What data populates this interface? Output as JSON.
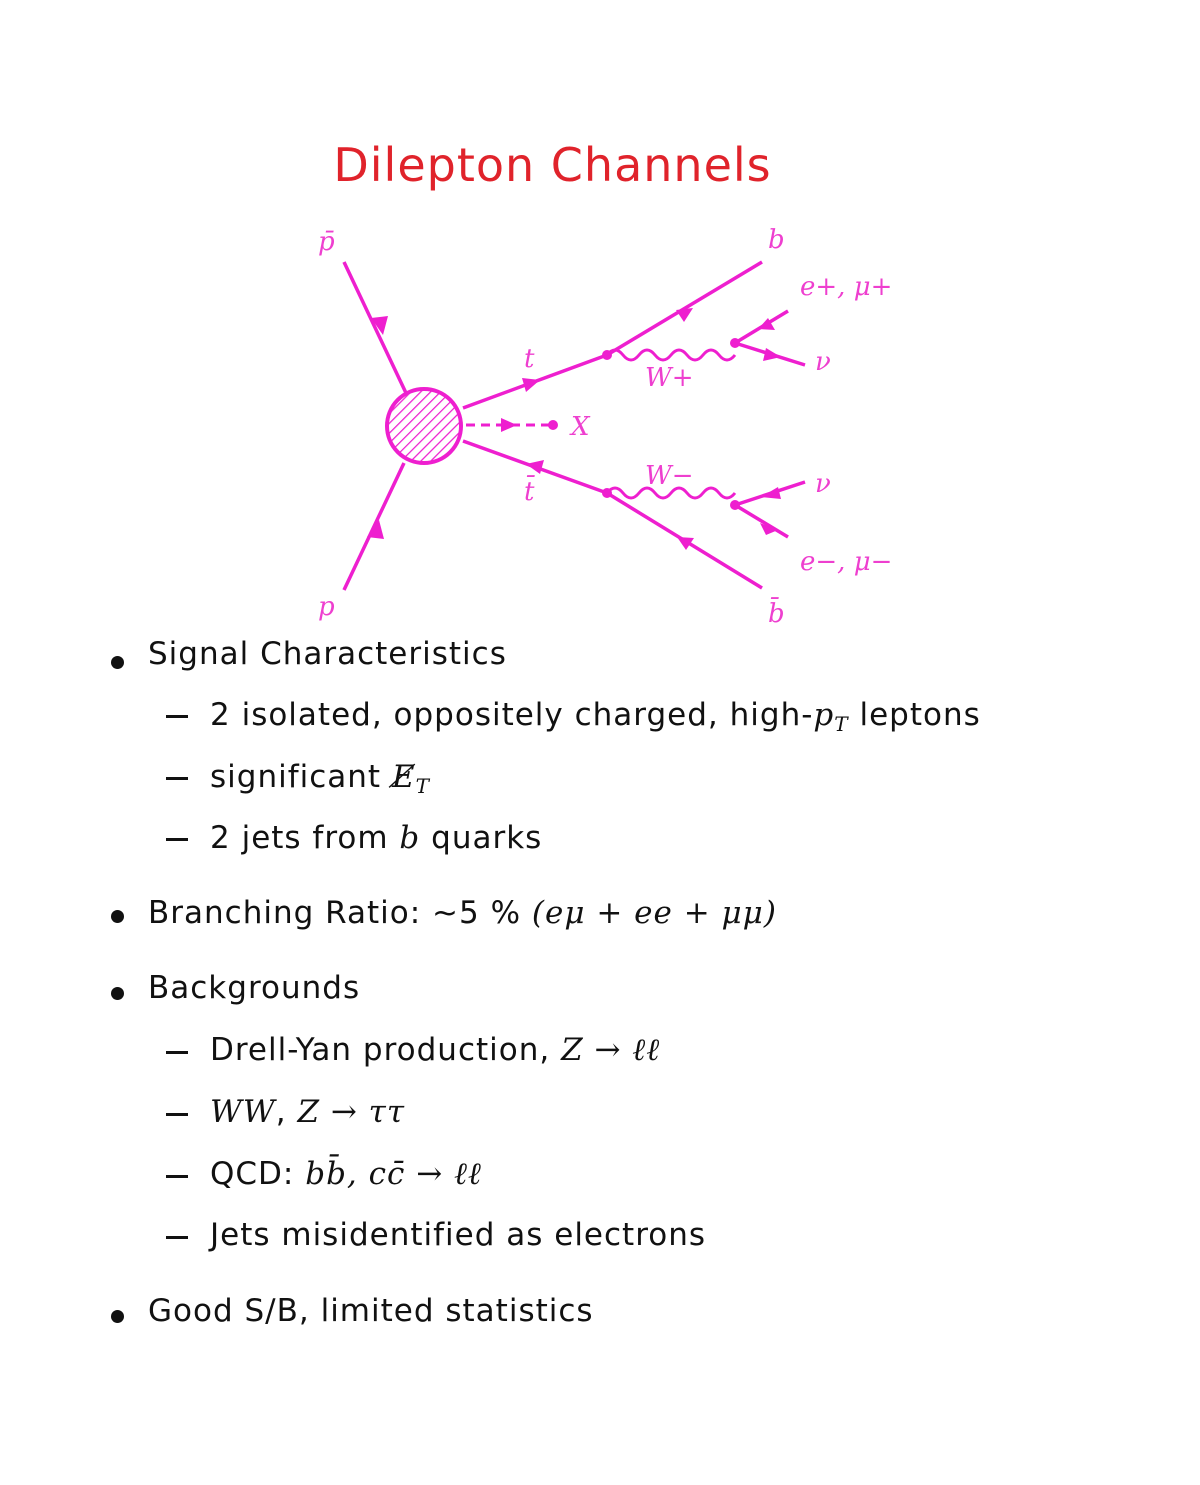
{
  "title": "Dilepton Channels",
  "diagram": {
    "labels": {
      "pbar": "p̄",
      "p": "p",
      "t": "t",
      "tbar": "t̄",
      "X": "X",
      "b": "b",
      "bbar": "b̄",
      "Wplus": "W+",
      "Wminus": "W−",
      "lplus": "e+, μ+",
      "lminus": "e−, μ−",
      "nu_top": "ν",
      "nu_bottom": "ν"
    },
    "color": "#ee1fcf"
  },
  "bullets": {
    "signal": {
      "heading": "Signal Characteristics",
      "item1_pre": "2 isolated, oppositely charged, high-",
      "item1_math": "p",
      "item1_sub": "T",
      "item1_post": " leptons",
      "item2_pre": "significant ",
      "item2_math": "E̸",
      "item2_sub": "T",
      "item3_pre": "2 jets from ",
      "item3_math": "b",
      "item3_post": " quarks"
    },
    "branching": {
      "text": "Branching Ratio: ∼5 % ",
      "math": "(eμ + ee + μμ)"
    },
    "backgrounds": {
      "heading": "Backgrounds",
      "item1_pre": "Drell-Yan production, ",
      "item1_math": "Z → ℓℓ",
      "item2_math": "WW",
      "item2_mid": ", ",
      "item2_math2": "Z → ττ",
      "item3_pre": "QCD: ",
      "item3_math": "bb̄, cc̄ → ℓℓ",
      "item4": "Jets misidentified as electrons"
    },
    "good": "Good S/B, limited statistics"
  }
}
